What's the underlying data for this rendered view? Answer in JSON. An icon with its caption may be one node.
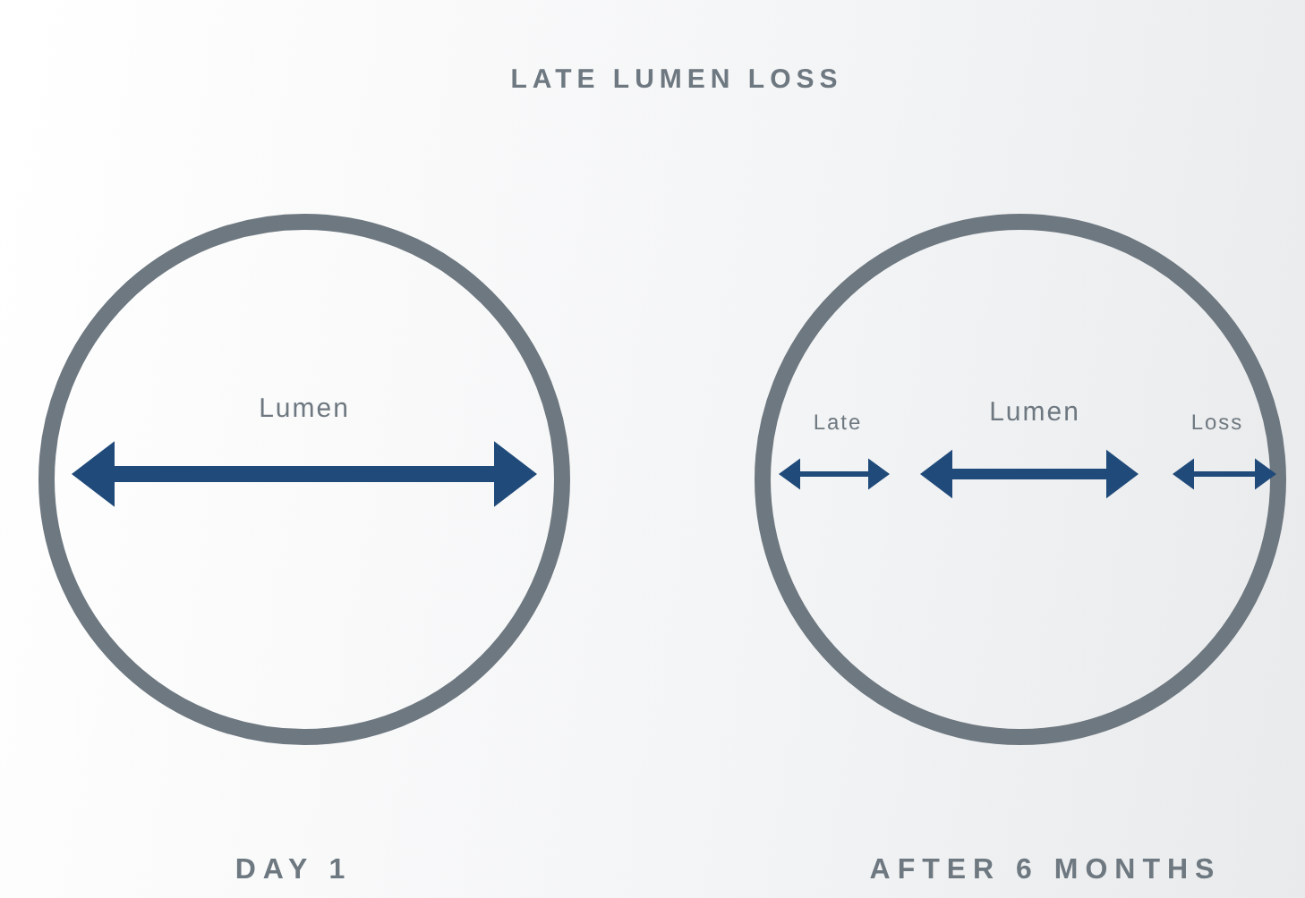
{
  "diagram": {
    "title": "LATE LUMEN LOSS",
    "nodes": [
      {
        "text": [
          "Lumen"
        ]
      },
      {
        "text": [
          "Late",
          "Lumen",
          "Loss"
        ]
      }
    ],
    "labels": [
      "DAY 1",
      "AFTER 6 MONTHS"
    ]
  }
}
